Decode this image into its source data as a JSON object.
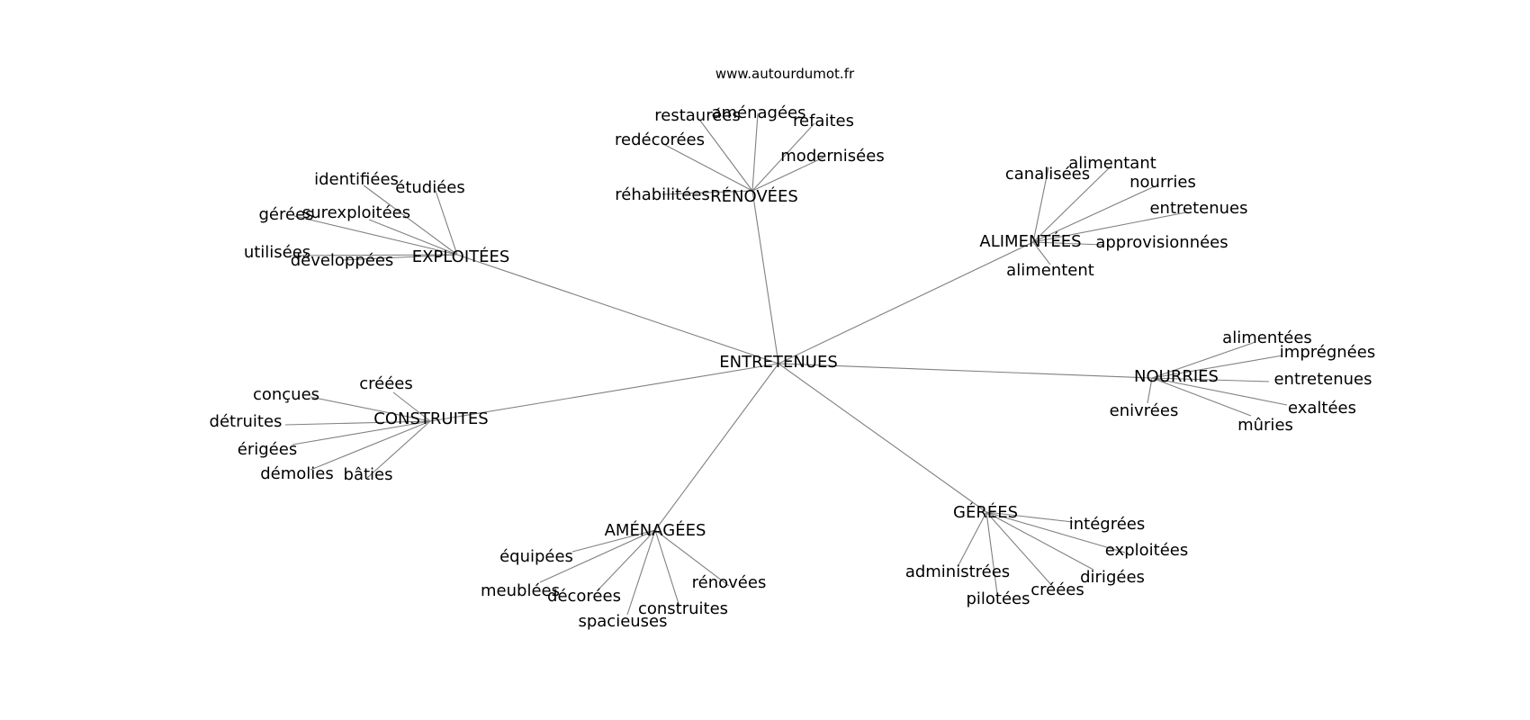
{
  "watermark": "www.autourdumot.fr",
  "center": "ENTRETENUES",
  "clusters": [
    {
      "label": "RÉNOVÉES",
      "leaves": [
        "restaurées",
        "aménagées",
        "refaites",
        "redécorées",
        "modernisées",
        "réhabilitées"
      ]
    },
    {
      "label": "EXPLOITÉES",
      "leaves": [
        "identifiées",
        "étudiées",
        "gérées",
        "surexploitées",
        "utilisées",
        "développées"
      ]
    },
    {
      "label": "ALIMENTÉES",
      "leaves": [
        "canalisées",
        "alimentant",
        "nourries",
        "entretenues",
        "approvisionnées",
        "alimentent"
      ]
    },
    {
      "label": "NOURRIES",
      "leaves": [
        "alimentées",
        "imprégnées",
        "entretenues",
        "enivrées",
        "exaltées",
        "mûries"
      ]
    },
    {
      "label": "CONSTRUITES",
      "leaves": [
        "créées",
        "conçues",
        "détruites",
        "érigées",
        "démolies",
        "bâties"
      ]
    },
    {
      "label": "AMÉNAGÉES",
      "leaves": [
        "équipées",
        "meublées",
        "décorées",
        "spacieuses",
        "construites",
        "rénovées"
      ]
    },
    {
      "label": "GÉRÉES",
      "leaves": [
        "intégrées",
        "exploitées",
        "dirigées",
        "créées",
        "administrées",
        "pilotées"
      ]
    }
  ]
}
